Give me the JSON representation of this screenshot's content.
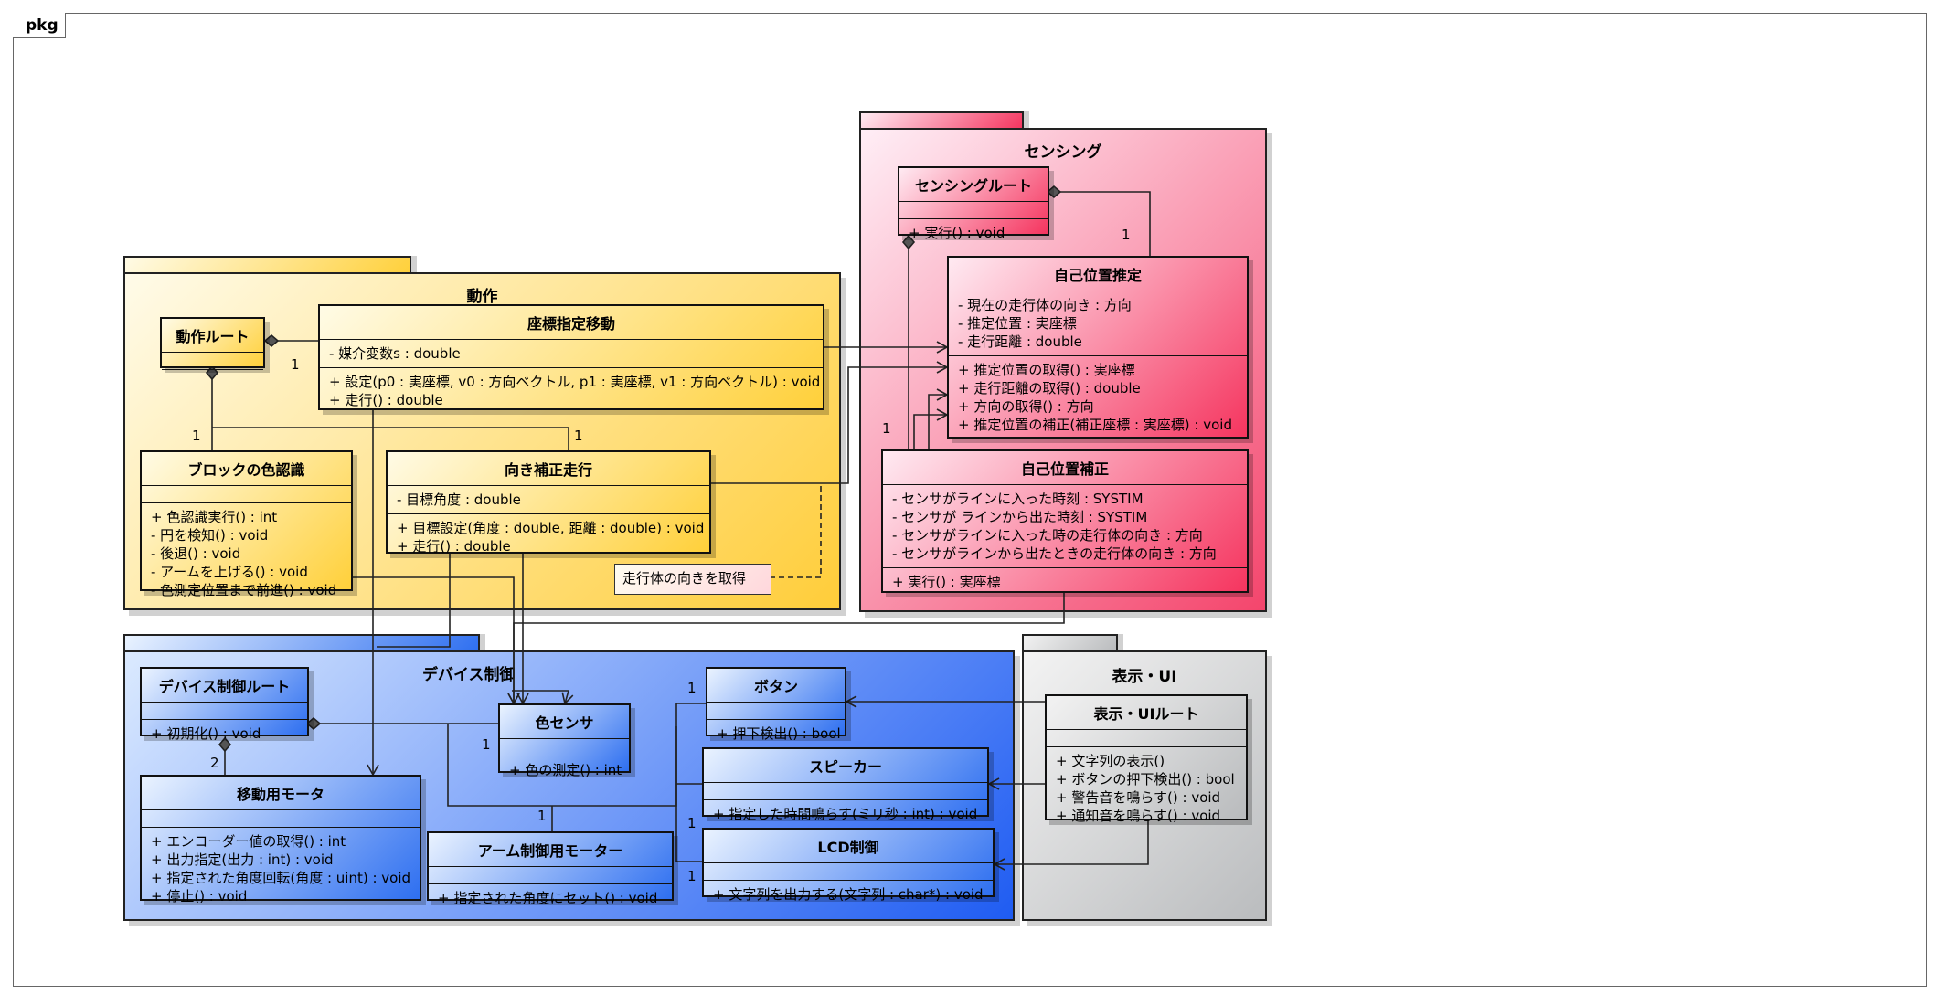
{
  "frame": {
    "label": "pkg"
  },
  "packages": {
    "dosa": {
      "title": "動作"
    },
    "sensing": {
      "title": "センシング"
    },
    "device": {
      "title": "デバイス制御"
    },
    "ui": {
      "title": "表示・UI"
    }
  },
  "classes": {
    "dosa_root": {
      "name": "動作ルート"
    },
    "zahyo": {
      "name": "座標指定移動",
      "attrs": [
        "- 媒介変数s : double"
      ],
      "ops": [
        "+ 設定(p0 : 実座標, v0 : 方向ベクトル, p1 : 実座標, v1 : 方向ベクトル) : void",
        "+ 走行() : double"
      ]
    },
    "block": {
      "name": "ブロックの色認識",
      "ops": [
        "+ 色認識実行() : int",
        "- 円を検知() : void",
        "- 後退() : void",
        "- アームを上げる() : void",
        "- 色測定位置まで前進() : void"
      ]
    },
    "muki": {
      "name": "向き補正走行",
      "attrs": [
        "- 目標角度 : double"
      ],
      "ops": [
        "+ 目標設定(角度 : double, 距離 : double) : void",
        "+ 走行() : double"
      ]
    },
    "sensing_root": {
      "name": "センシングルート",
      "ops": [
        "+ 実行() : void"
      ]
    },
    "suitei": {
      "name": "自己位置推定",
      "attrs": [
        "- 現在の走行体の向き : 方向",
        "- 推定位置 : 実座標",
        "- 走行距離 : double"
      ],
      "ops": [
        "+ 推定位置の取得() : 実座標",
        "+ 走行距離の取得() : double",
        "+ 方向の取得() : 方向",
        "+ 推定位置の補正(補正座標 : 実座標) : void"
      ]
    },
    "hosei": {
      "name": "自己位置補正",
      "attrs": [
        "- センサがラインに入った時刻 : SYSTIM",
        "- センサが ラインから出た時刻 : SYSTIM",
        "- センサがラインに入った時の走行体の向き : 方向",
        "- センサがラインから出たときの走行体の向き : 方向"
      ],
      "ops": [
        "+ 実行() : 実座標"
      ]
    },
    "device_root": {
      "name": "デバイス制御ルート",
      "ops": [
        "+ 初期化() : void"
      ]
    },
    "iro": {
      "name": "色センサ",
      "ops": [
        "+ 色の測定() : int"
      ]
    },
    "idou": {
      "name": "移動用モータ",
      "ops": [
        "+ エンコーダー値の取得() : int",
        "+ 出力指定(出力 : int) : void",
        "+ 指定された角度回転(角度 : uint) : void",
        "+ 停止() : void"
      ]
    },
    "arm": {
      "name": "アーム制御用モーター",
      "ops": [
        "+ 指定された角度にセット() : void"
      ]
    },
    "button": {
      "name": "ボタン",
      "ops": [
        "+ 押下検出() : bool"
      ]
    },
    "speaker": {
      "name": "スピーカー",
      "ops": [
        "+ 指定した時間鳴らす(ミリ秒 : int) : void"
      ]
    },
    "lcd": {
      "name": "LCD制御",
      "ops": [
        "+ 文字列を出力する(文字列 : char*) : void"
      ]
    },
    "ui_root": {
      "name": "表示・UIルート",
      "ops": [
        "+ 文字列の表示()",
        "+ ボタンの押下検出() : bool",
        "+ 警告音を鳴らす() : void",
        "+ 通知音を鳴らす() : void"
      ]
    }
  },
  "note": {
    "text": "走行体の向きを取得"
  },
  "multiplicities": [
    "1",
    "1",
    "1",
    "1",
    "1",
    "1",
    "2",
    "1",
    "1",
    "1",
    "1"
  ]
}
